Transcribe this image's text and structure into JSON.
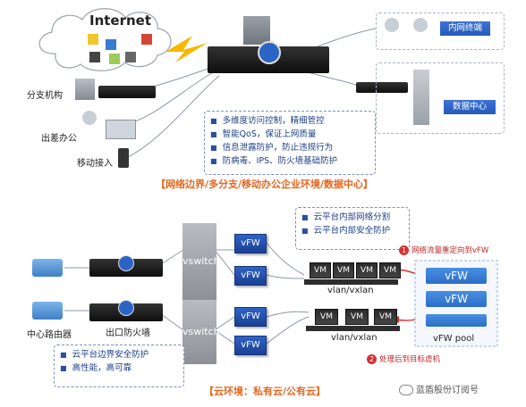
{
  "top": {
    "internet_label": "Internet",
    "branch_label": "分支机构",
    "travel_label": "出差办公",
    "mobile_label": "移动接入",
    "intranet_label": "内网终端",
    "datacenter_label": "数据中心",
    "features": [
      "多维度访问控制，精细管控",
      "智能QoS，保证上网质量",
      "信息泄露防护，防止违规行为",
      "防病毒、IPS、防火墙基础防护"
    ],
    "caption": "【网络边界/多分支/移动办公企业环境/数据中心】"
  },
  "bottom": {
    "cloud_features": [
      "云平台内部网络分割",
      "云平台内部安全防护"
    ],
    "vswitch_labels": [
      "vswitch",
      "vswitch"
    ],
    "vfw_label": "vFW",
    "vm_label": "VM",
    "vlan_label": "vlan/vxlan",
    "core_router_label": "中心路由器",
    "exit_fw_label": "出口防火墙",
    "edge_features": [
      "云平台边界安全防护",
      "高性能，高可靠"
    ],
    "note1_num": "1",
    "note1": "网络流量重定向到vFW",
    "note2_num": "2",
    "note2": "处理后到目标虚机",
    "pool_items": [
      "vFW",
      "vFW"
    ],
    "pool_label": "vFW pool",
    "caption": "【云环境：私有云/公有云】"
  },
  "watermark": "蓝盾股份订阅号"
}
